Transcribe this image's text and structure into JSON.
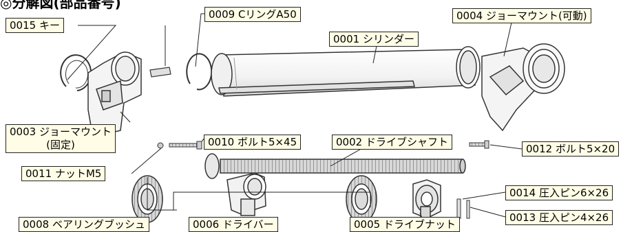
{
  "header": {
    "title": "◎分解図(部品番号)"
  },
  "labels": {
    "key": "0015 キー",
    "c_ring": "0009 CリングA50",
    "jaw_mount_movable": "0004 ジョーマウント(可動)",
    "cylinder": "0001 シリンダー",
    "jaw_mount_fixed_line1": "0003 ジョーマウント",
    "jaw_mount_fixed_line2": "(固定)",
    "bolt_5x45": "0010 ボルト5×45",
    "drive_shaft": "0002 ドライブシャフト",
    "bolt_5x20": "0012 ボルト5×20",
    "nut_m5": "0011 ナットM5",
    "press_pin_6x26": "0014 圧入ピン6×26",
    "press_pin_4x26": "0013 圧入ピン4×26",
    "bearing_bush": "0008 ベアリングブッシュ",
    "driver": "0006 ドライバー",
    "drive_nut": "0005 ドライブナット"
  }
}
